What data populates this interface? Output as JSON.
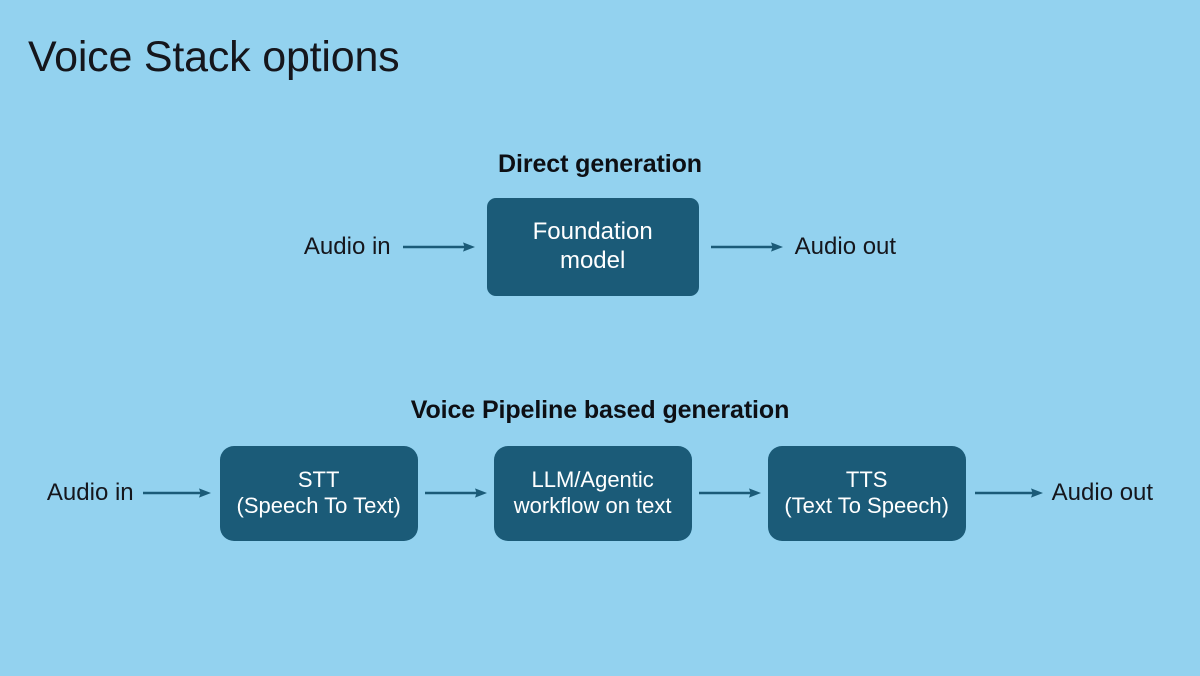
{
  "slide": {
    "title": "Voice Stack options",
    "background_color": "#93d2ef",
    "box_color": "#1b5b78",
    "box_text_color": "#ffffff",
    "text_color": "#15161c",
    "arrow_color": "#1b5b78"
  },
  "sections": [
    {
      "heading": "Direct generation",
      "input_label": "Audio in",
      "output_label": "Audio out",
      "nodes": [
        {
          "line1": "Foundation",
          "line2": "model"
        }
      ]
    },
    {
      "heading": "Voice Pipeline based generation",
      "input_label": "Audio in",
      "output_label": "Audio out",
      "nodes": [
        {
          "line1": "STT",
          "line2": "(Speech To Text)"
        },
        {
          "line1": "LLM/Agentic",
          "line2": "workflow on text"
        },
        {
          "line1": "TTS",
          "line2": "(Text To Speech)"
        }
      ]
    }
  ],
  "icons": {
    "arrow": "arrow-right-icon"
  }
}
